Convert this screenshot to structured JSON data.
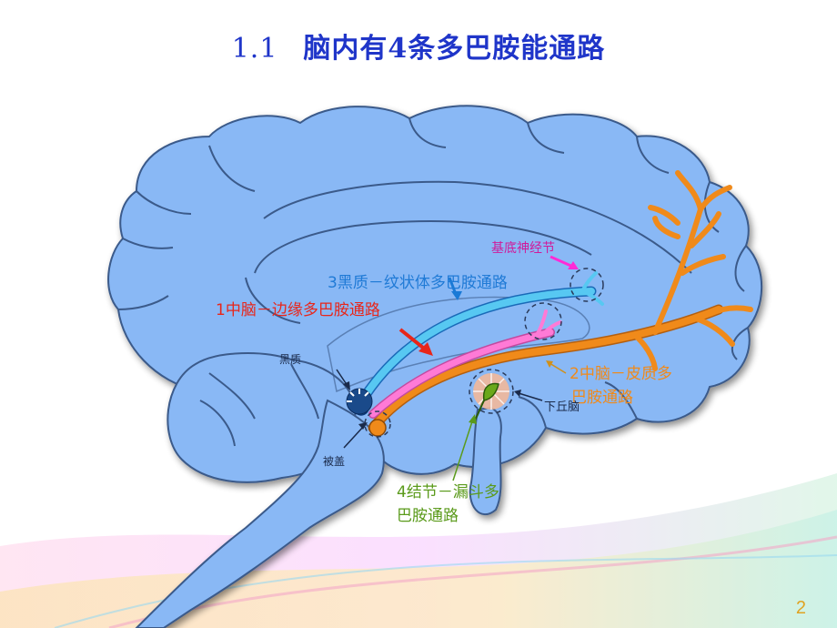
{
  "title": {
    "number": "1.1",
    "text": "脑内有4条多巴胺能通路"
  },
  "labels": {
    "basal_ganglia": "基底神经节",
    "pathway3": "3黑质－纹状体多巴胺通路",
    "pathway1": "1中脑－边缘多巴胺通路",
    "pathway2_line1": "2中脑－皮质多",
    "pathway2_line2": "巴胺通路",
    "pathway4_line1": "4结节－漏斗多",
    "pathway4_line2": "巴胺通路",
    "substantia_nigra": "黑质",
    "tegmentum": "被盖",
    "hypothalamus": "下丘脑"
  },
  "colors": {
    "title": "#1f35c9",
    "brain_fill": "#89b8f5",
    "brain_outline": "#3a5a8a",
    "pathway1": "#e8261a",
    "pathway2": "#f08a1a",
    "pathway3": "#1f8ee8",
    "pathway3_line": "#57c8f2",
    "pathway4": "#5a9a1a",
    "basal_ganglia_label": "#d01a9a",
    "magenta_line": "#ff7ad6"
  },
  "page_number": "2"
}
